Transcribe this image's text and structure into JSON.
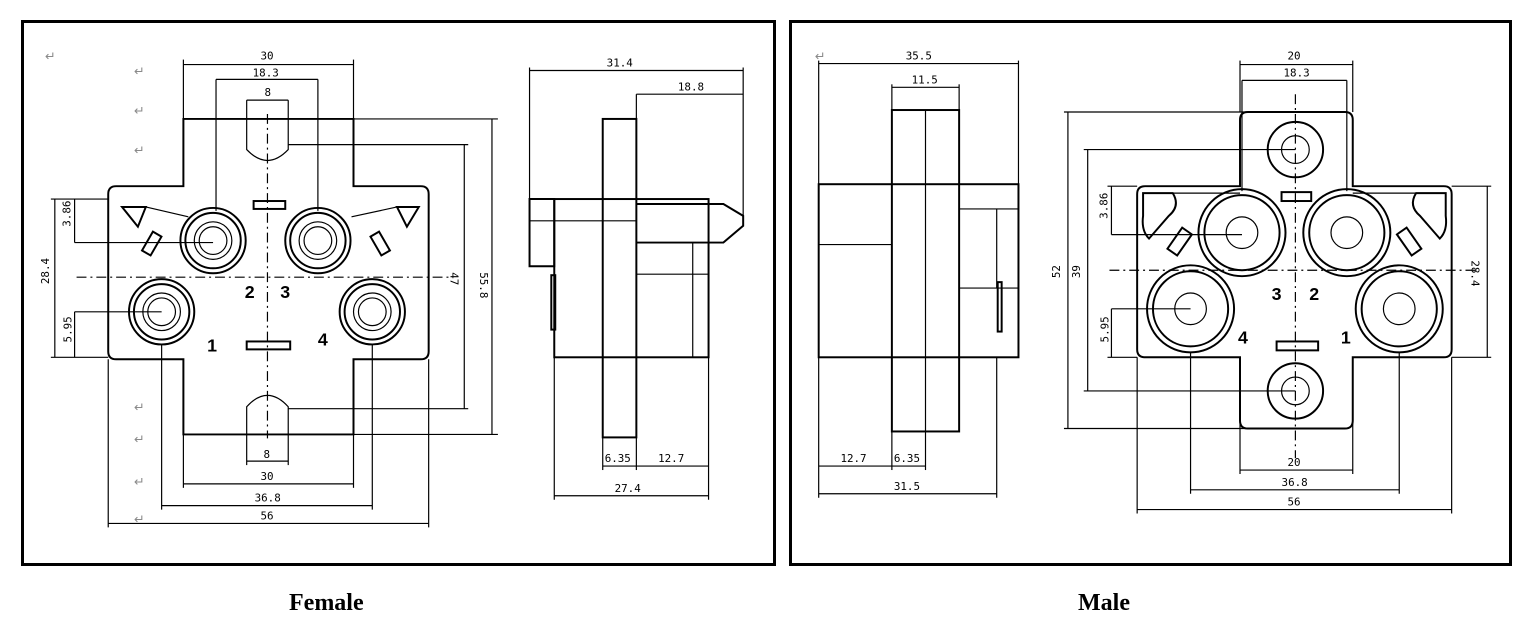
{
  "captions": {
    "female": "Female",
    "male": "Male"
  },
  "female": {
    "front_dims": {
      "top_30": "30",
      "top_18_3": "18.3",
      "top_8": "8",
      "left_3_86": "3.86",
      "left_28_4": "28.4",
      "left_5_95": "5.95",
      "right_47": "47",
      "right_55_8": "55.8",
      "bottom_8": "8",
      "bottom_30": "30",
      "bottom_36_8": "36.8",
      "bottom_56": "56"
    },
    "side_dims": {
      "top_31_4": "31.4",
      "top_18_8": "18.8",
      "bottom_6_35": "6.35",
      "bottom_12_7": "12.7",
      "bottom_27_4": "27.4"
    },
    "pins": {
      "p1": "1",
      "p2": "2",
      "p3": "3",
      "p4": "4"
    }
  },
  "male": {
    "side_dims": {
      "top_35_5": "35.5",
      "top_11_5": "11.5",
      "bottom_12_7": "12.7",
      "bottom_6_35": "6.35",
      "bottom_31_5": "31.5"
    },
    "front_dims": {
      "top_20": "20",
      "top_18_3": "18.3",
      "left_3_86": "3.86",
      "left_52": "52",
      "left_39": "39",
      "left_5_95": "5.95",
      "right_28_4": "28.4",
      "bottom_20": "20",
      "bottom_36_8": "36.8",
      "bottom_56": "56"
    },
    "pins": {
      "p1": "1",
      "p2": "2",
      "p3": "3",
      "p4": "4"
    }
  },
  "paragraph_mark": "↵"
}
